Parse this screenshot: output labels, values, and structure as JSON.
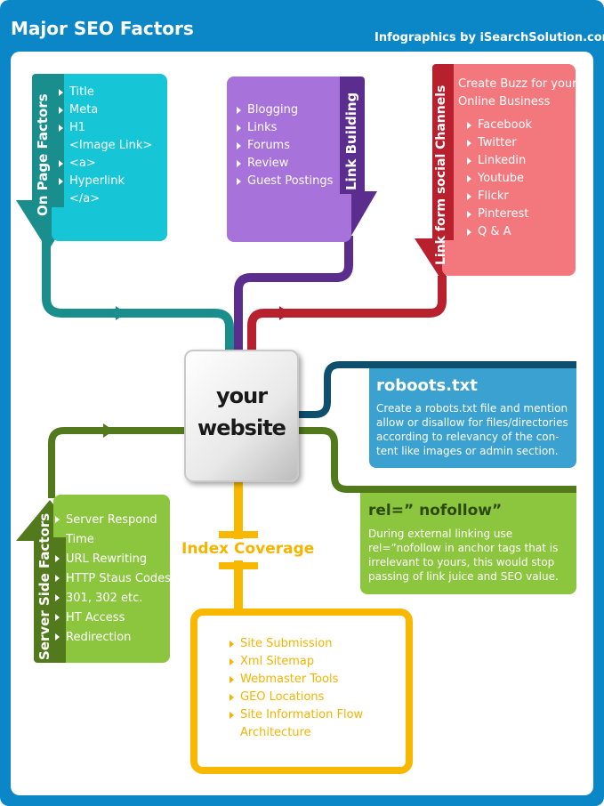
{
  "header": {
    "title": "Major SEO Factors",
    "credit": "Infographics by iSearchSolution.com"
  },
  "center": {
    "line1": "your",
    "line2": "website"
  },
  "on_page": {
    "label": "On Page Factors",
    "items": [
      "Title",
      "Meta",
      "H1",
      "<Image Link>",
      "<a>",
      "Hyperlink",
      "</a>"
    ]
  },
  "link_building": {
    "label": "Link Building",
    "items": [
      "Blogging",
      "Links",
      "Forums",
      "Review",
      "Guest Postings"
    ]
  },
  "social": {
    "label": "Link form social Channels",
    "intro": [
      "Create Buzz for your",
      "Online Business"
    ],
    "items": [
      "Facebook",
      "Twitter",
      "Linkedin",
      "Youtube",
      "Flickr",
      "Pinterest",
      "Q & A"
    ]
  },
  "robots": {
    "title": "roboots.txt",
    "text": "Create a robots.txt file and mention allow or disallow for files/directories according to relevancy of the con-tent like images or admin section."
  },
  "nofollow": {
    "title": "rel=” nofollow”",
    "text": "During external linking use rel=”nofollow in anchor tags that is irrelevant to yours, this would stop passing of link juice and SEO value."
  },
  "server_side": {
    "label": "Server Side Factors",
    "items": [
      "Server Respond",
      "Time",
      "URL Rewriting",
      "HTTP Staus Codes",
      "301, 302 etc.",
      "HT Access",
      "Redirection"
    ]
  },
  "index": {
    "label": "Index Coverage",
    "items": [
      "Site Submission",
      "Xml Sitemap",
      "Webmaster Tools",
      "GEO Locations",
      "Site Information Flow",
      "Architecture"
    ]
  },
  "colors": {
    "frame": "#0b86c6",
    "on_page": "#16c5d6",
    "on_page_dark": "#1a8d8d",
    "link_building": "#a772d9",
    "link_building_dark": "#5b2d8e",
    "social": "#f3787e",
    "social_dark": "#b8202e",
    "robots": "#3ba1d0",
    "robots_dark": "#0f4f6e",
    "nofollow": "#8cc63f",
    "nofollow_dark": "#527a1d",
    "server_side": "#8cc63f",
    "server_side_dark": "#527a1d",
    "index": "#f9b800"
  }
}
